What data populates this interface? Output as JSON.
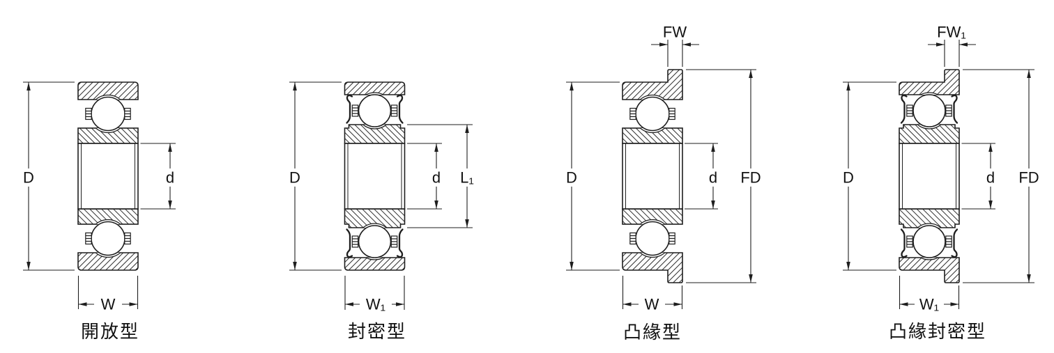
{
  "colors": {
    "line": "#1e1e1e",
    "background": "#ffffff"
  },
  "diagrams": [
    {
      "id": "open",
      "type_label": "開放型",
      "dims": {
        "outer_diameter": "D",
        "bore_diameter": "d",
        "width": "W"
      }
    },
    {
      "id": "sealed",
      "type_label": "封密型",
      "dims": {
        "outer_diameter": "D",
        "bore_diameter": "d",
        "seal_land_diameter": "L₁",
        "width": "W₁"
      }
    },
    {
      "id": "flanged",
      "type_label": "凸緣型",
      "dims": {
        "outer_diameter": "D",
        "bore_diameter": "d",
        "flange_width": "FW",
        "flange_diameter": "FD",
        "width": "W"
      }
    },
    {
      "id": "flanged-sealed",
      "type_label": "凸緣封密型",
      "dims": {
        "outer_diameter": "D",
        "bore_diameter": "d",
        "flange_width": "FW₁",
        "flange_diameter": "FD",
        "width": "W₁"
      }
    }
  ]
}
